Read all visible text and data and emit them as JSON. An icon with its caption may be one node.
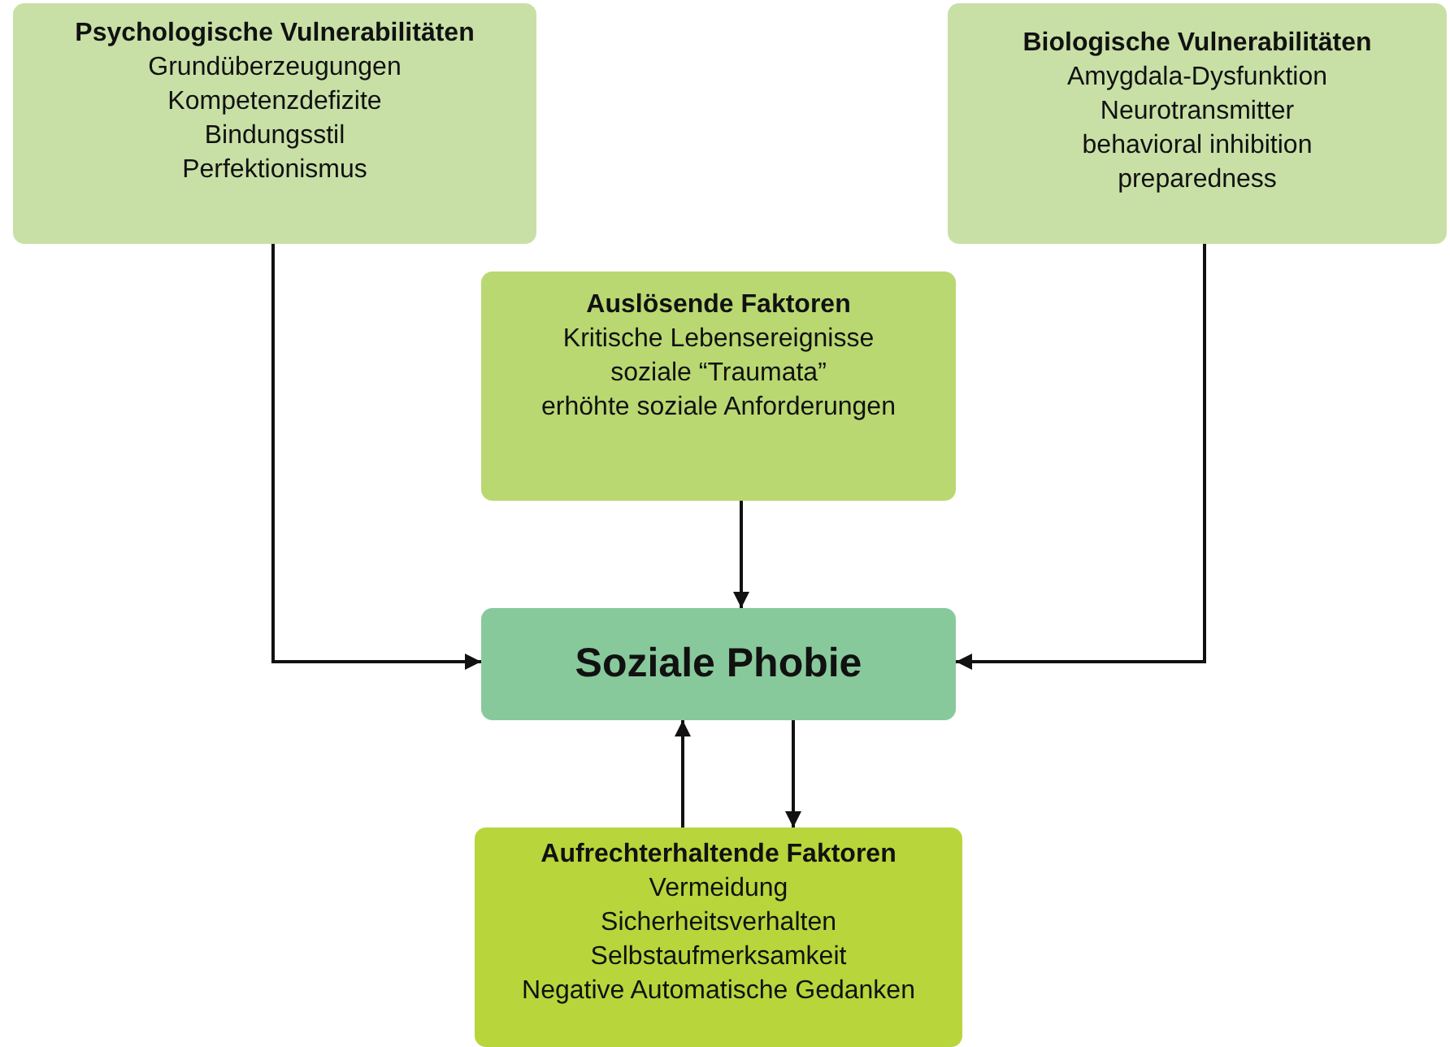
{
  "diagram": {
    "nodes": [
      {
        "text": [
          "Psychologische Vulnerabilitäten",
          "Grundüberzeugungen",
          "Kompetenzdefizite",
          "Bindungsstil",
          "Perfektionismus"
        ]
      },
      {
        "text": [
          "Biologische Vulnerabilitäten",
          "Amygdala-Dysfunktion",
          "Neurotransmitter",
          "behavioral inhibition",
          "preparedness"
        ]
      },
      {
        "text": [
          "Auslösende Faktoren",
          "Kritische Lebensereignisse",
          "soziale “Traumata”",
          "erhöhte soziale Anforderungen"
        ]
      },
      {
        "text": [
          "Soziale Phobie"
        ]
      },
      {
        "text": [
          "Aufrechterhaltende Faktoren",
          "Vermeidung",
          "Sicherheitsverhalten",
          "Selbstaufmerksamkeit",
          "Negative Automatische Gedanken"
        ]
      }
    ],
    "edges": [
      {
        "from": 0,
        "to": 3,
        "arrow": "to"
      },
      {
        "from": 1,
        "to": 3,
        "arrow": "to"
      },
      {
        "from": 2,
        "to": 3,
        "arrow": "to"
      },
      {
        "from": 4,
        "to": 3,
        "arrow": "to"
      },
      {
        "from": 3,
        "to": 4,
        "arrow": "to"
      }
    ]
  }
}
